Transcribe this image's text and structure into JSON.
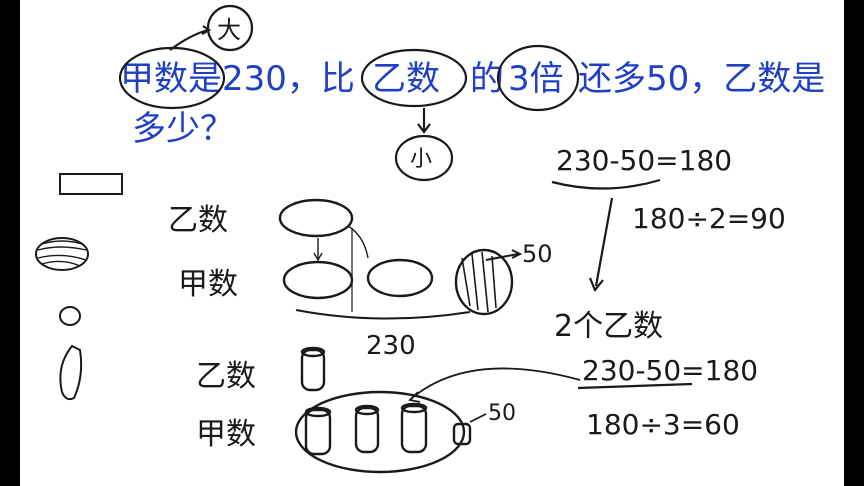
{
  "colors": {
    "background": "#ffffff",
    "letterbox": "#000000",
    "blue_ink": "#1f3fc4",
    "black_ink": "#1a1a1a"
  },
  "problem": {
    "line1_a": "甲数是230，比",
    "line1_b": "乙数",
    "line1_c": "的",
    "line1_d": "3倍",
    "line1_e": "还多50，乙数是",
    "line2": "多少？",
    "note_big": "大",
    "note_small": "小"
  },
  "diagram1": {
    "label_yi": "乙数",
    "label_jia": "甲数",
    "label_50": "50",
    "label_230": "230"
  },
  "diagram2": {
    "label_yi": "乙数",
    "label_jia": "甲数",
    "label_50": "50"
  },
  "work": {
    "eq1": "230-50=180",
    "eq2": "180÷2=90",
    "note": "2个乙数",
    "eq3": "230-50=180",
    "eq4": "180÷3=60"
  },
  "icons": [
    "rectangle-icon",
    "watermelon-icon",
    "small-ball-icon",
    "leaf-icon"
  ]
}
